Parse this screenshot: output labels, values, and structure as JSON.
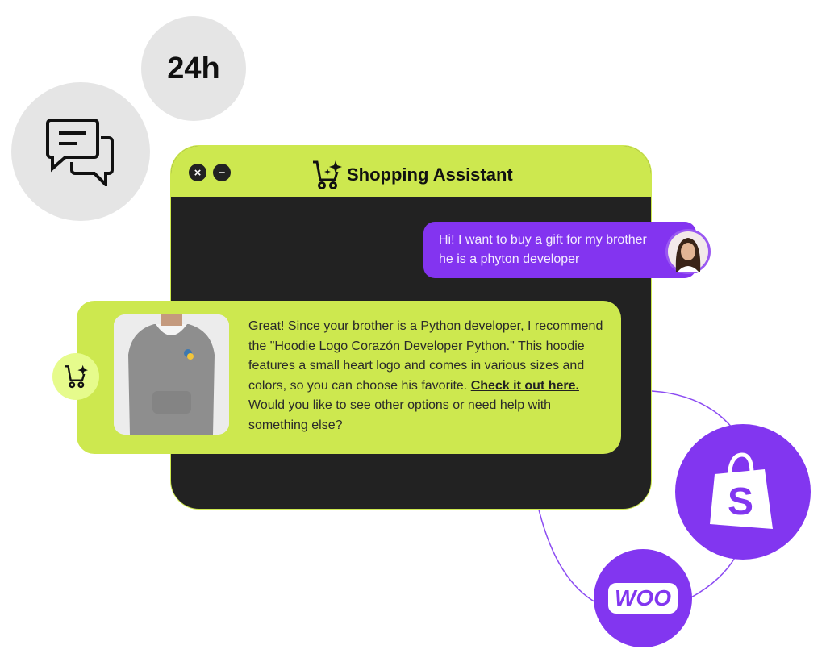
{
  "badges": {
    "hours": "24h",
    "chat_icon": "chat-bubbles-icon"
  },
  "window": {
    "title": "Shopping Assistant",
    "close_label": "×",
    "minimize_label": "−"
  },
  "messages": {
    "user": "Hi! I want to buy a gift for my brother he is a phyton developer",
    "bot_before": "Great! Since your brother is a Python developer, I recommend the \"Hoodie Logo Corazón Developer Python.\" This hoodie features a small heart logo and comes in various sizes and colors, so you can choose his favorite. ",
    "bot_link": "Check it out here.",
    "bot_after": " Would you like to see other options or need help with something else?"
  },
  "integrations": {
    "shopify_letter": "S",
    "woo_label": "WOO"
  },
  "colors": {
    "lime": "#cde84f",
    "purple": "#8334f0",
    "dark": "#222222"
  }
}
